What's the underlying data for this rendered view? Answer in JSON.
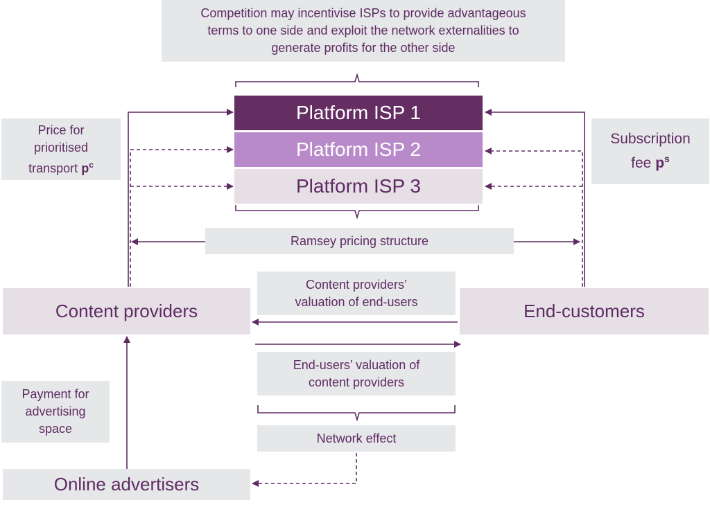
{
  "competition_note": {
    "line1": "Competition may incentivise ISPs to provide advantageous",
    "line2": "terms to one side and exploit the network externalities to",
    "line3": "generate profits for the other side"
  },
  "platforms": [
    {
      "label": "Platform ISP 1",
      "color": "#652e63"
    },
    {
      "label": "Platform ISP 2",
      "color": "#b98aca"
    },
    {
      "label": "Platform ISP 3",
      "color": "#e6e0e6"
    }
  ],
  "price_prioritised": {
    "line1": "Price for",
    "line2": "prioritised",
    "line3": "transport",
    "symbol": "p",
    "superscript": "c"
  },
  "subscription_fee": {
    "line1": "Subscription",
    "line2": "fee",
    "symbol": "p",
    "superscript": "s"
  },
  "ramsey": {
    "label": "Ramsey pricing structure"
  },
  "content_providers": {
    "label": "Content providers"
  },
  "end_customers": {
    "label": "End-customers"
  },
  "cp_valuation": {
    "line1": "Content providers’",
    "line2": "valuation of end-users"
  },
  "eu_valuation": {
    "line1": "End-users’ valuation of",
    "line2": "content providers"
  },
  "network_effect": {
    "label": "Network effect"
  },
  "payment_advertising": {
    "line1": "Payment for",
    "line2": "advertising",
    "line3": "space"
  },
  "online_advertisers": {
    "label": "Online advertisers"
  },
  "colors": {
    "accent": "#5e2b63",
    "box_grey": "#e6e7e9",
    "box_mauve": "#e6e0e6"
  }
}
